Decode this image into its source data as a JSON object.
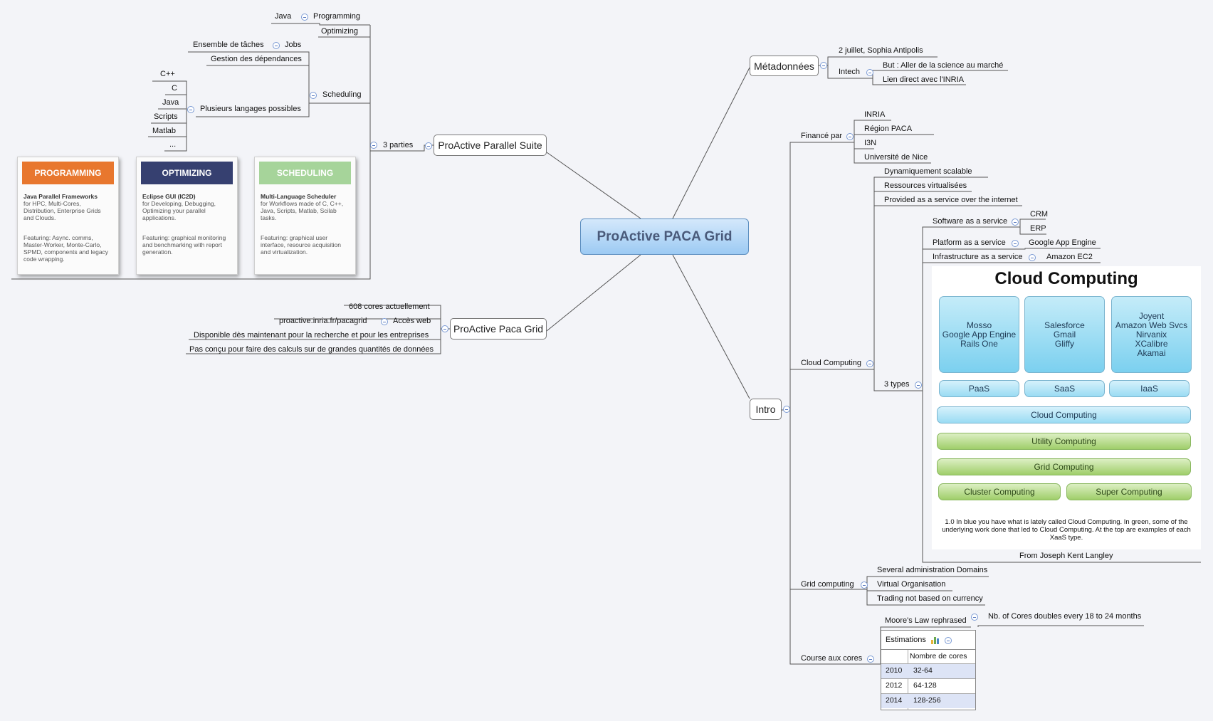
{
  "central": "ProActive PACA Grid",
  "parallel_suite": {
    "label": "ProActive Parallel Suite",
    "three_parties": "3 parties",
    "programming": "Programming",
    "java": "Java",
    "optimizing": "Optimizing",
    "scheduling": "Scheduling",
    "jobs": "Jobs",
    "ensemble": "Ensemble de tâches",
    "gestion": "Gestion des dépendances",
    "plusieurs": "Plusieurs langages possibles",
    "langs": [
      "C++",
      "C",
      "Java",
      "Scripts",
      "Matlab",
      "..."
    ]
  },
  "cards": [
    {
      "header": "PROGRAMMING",
      "color": "#e8772e",
      "title": "Java Parallel Frameworks",
      "text": "for HPC, Multi-Cores, Distribution, Enterprise Grids and Clouds.",
      "feat": "Featuring: Async. comms, Master-Worker, Monte-Carlo, SPMD, components and legacy code wrapping."
    },
    {
      "header": "OPTIMIZING",
      "color": "#364070",
      "title": "Eclipse GUI (IC2D)",
      "text": "for Developing, Debugging, Optimizing your parallel applications.",
      "feat": "Featuring: graphical monitoring and benchmarking with report generation."
    },
    {
      "header": "SCHEDULING",
      "color": "#a6d49a",
      "title": "Multi-Language Scheduler",
      "text": "for Workflows made of C, C++, Java, Scripts, Matlab, Scilab tasks.",
      "feat": "Featuring: graphical user interface, resource acquisition and virtualization."
    }
  ],
  "paca_grid": {
    "label": "ProActive Paca Grid",
    "cores": "608 cores actuellement",
    "url": "proactive.inria.fr/pacagrid",
    "acces": "Accès web",
    "dispo": "Disponible dès maintenant pour la recherche et pour les entreprises",
    "pas": "Pas conçu pour faire des calculs sur de grandes quantités de données"
  },
  "meta": {
    "label": "Métadonnées",
    "date": "2 juillet, Sophia Antipolis",
    "intech": "Intech",
    "but": "But : Aller de la science au marché",
    "lien": "Lien direct avec l'INRIA"
  },
  "intro": {
    "label": "Intro",
    "finance": "Financé par",
    "funders": [
      "INRIA",
      "Région PACA",
      "I3N",
      "Université de Nice"
    ],
    "cloud": "Cloud Computing",
    "cloud_props": [
      "Dynamiquement scalable",
      "Ressources virtualisées",
      "Provided as a service over the internet"
    ],
    "saas": "Software as a service",
    "crm": "CRM",
    "erp": "ERP",
    "paas": "Platform as a service",
    "gae": "Google App Engine",
    "iaas": "Infrastructure as a service",
    "ec2": "Amazon EC2",
    "three_types": "3 types",
    "from": "From Joseph Kent Langley",
    "grid": "Grid computing",
    "grid_items": [
      "Several administration Domains",
      "Virtual Organisation",
      "Trading not based on currency"
    ],
    "course": "Course aux cores",
    "moore": "Moore's Law rephrased",
    "moore_text": "Nb. of Cores doubles every 18 to 24 months"
  },
  "cc_image": {
    "title": "Cloud Computing",
    "col1": "Mosso\nGoogle App Engine\nRails One",
    "col2": "Salesforce\nGmail\nGliffy",
    "col3": "Joyent\nAmazon Web Svcs\nNirvanix\nXCalibre\nAkamai",
    "paas": "PaaS",
    "saas": "SaaS",
    "iaas": "IaaS",
    "cloud": "Cloud Computing",
    "utility": "Utility Computing",
    "grid": "Grid Computing",
    "cluster": "Cluster Computing",
    "super": "Super Computing",
    "caption": "1.0  In blue you have what is lately called Cloud Computing.  In green, some of the underlying work done that led to Cloud Computing.  At the top are examples of each XaaS type."
  },
  "estimations": {
    "title": "Estimations",
    "header": "Nombre de cores",
    "rows": [
      {
        "year": "2010",
        "value": "32-64"
      },
      {
        "year": "2012",
        "value": "64-128"
      },
      {
        "year": "2014",
        "value": "128-256"
      }
    ]
  }
}
